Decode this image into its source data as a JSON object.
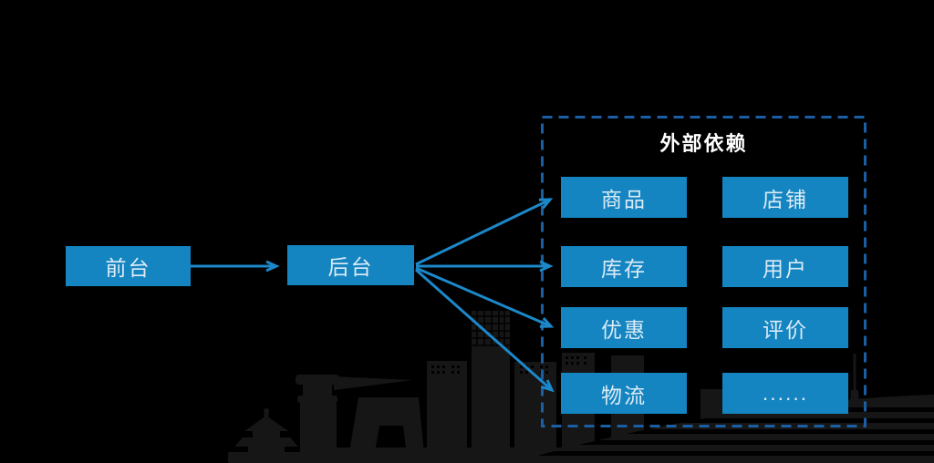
{
  "flow": {
    "frontend_label": "前台",
    "backend_label": "后台"
  },
  "external": {
    "title": "外部依赖",
    "items": [
      {
        "label": "商品"
      },
      {
        "label": "店铺"
      },
      {
        "label": "库存"
      },
      {
        "label": "用户"
      },
      {
        "label": "优惠"
      },
      {
        "label": "评价"
      },
      {
        "label": "物流"
      },
      {
        "label": "......"
      }
    ]
  },
  "colors": {
    "background": "#000000",
    "box_blue": "#1485c0",
    "arrow_blue": "#1c88ca",
    "dashed_blue": "#1a5fa4",
    "box_text": "#dcebf7",
    "title_text": "#ffffff",
    "skyline": "#161616"
  }
}
